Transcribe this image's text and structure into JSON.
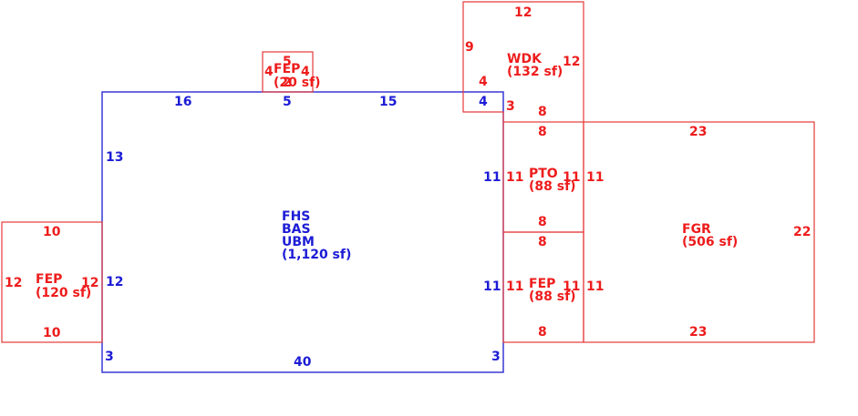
{
  "colors": {
    "main_area": "#1c1cd6",
    "additions": "#ee1c1c"
  },
  "main": {
    "labels": [
      "FHS",
      "BAS",
      "UBM",
      "(1,120 sf)"
    ],
    "dims": {
      "top_a": "16",
      "top_b": "5",
      "top_c": "15",
      "top_d": "4",
      "left_upper": "13",
      "left_lower": "12",
      "right_upper": "11",
      "right_lower": "11",
      "corner_bl": "3",
      "corner_br": "3",
      "bottom": "40"
    }
  },
  "fep_top": {
    "label": "FEP",
    "area": "(20 sf)",
    "top": "5",
    "left": "4",
    "right": "4",
    "inner": "2"
  },
  "fep_left": {
    "label": "FEP",
    "area": "(120 sf)",
    "top": "10",
    "bottom": "10",
    "left": "12",
    "right": "12"
  },
  "wdk": {
    "label": "WDK",
    "area": "(132 sf)",
    "top": "12",
    "left": "9",
    "right": "12",
    "step_h": "4",
    "step_v": "3",
    "bottom": "8"
  },
  "pto": {
    "label": "PTO",
    "area": "(88 sf)",
    "top": "8",
    "bottom": "8",
    "left": "11",
    "right": "11"
  },
  "fep_right": {
    "label": "FEP",
    "area": "(88 sf)",
    "top": "8",
    "bottom": "8",
    "left": "11",
    "right": "11"
  },
  "fgr": {
    "label": "FGR",
    "area": "(506 sf)",
    "top": "23",
    "bottom": "23",
    "left": "11",
    "left_lower": "11",
    "right": "22"
  }
}
